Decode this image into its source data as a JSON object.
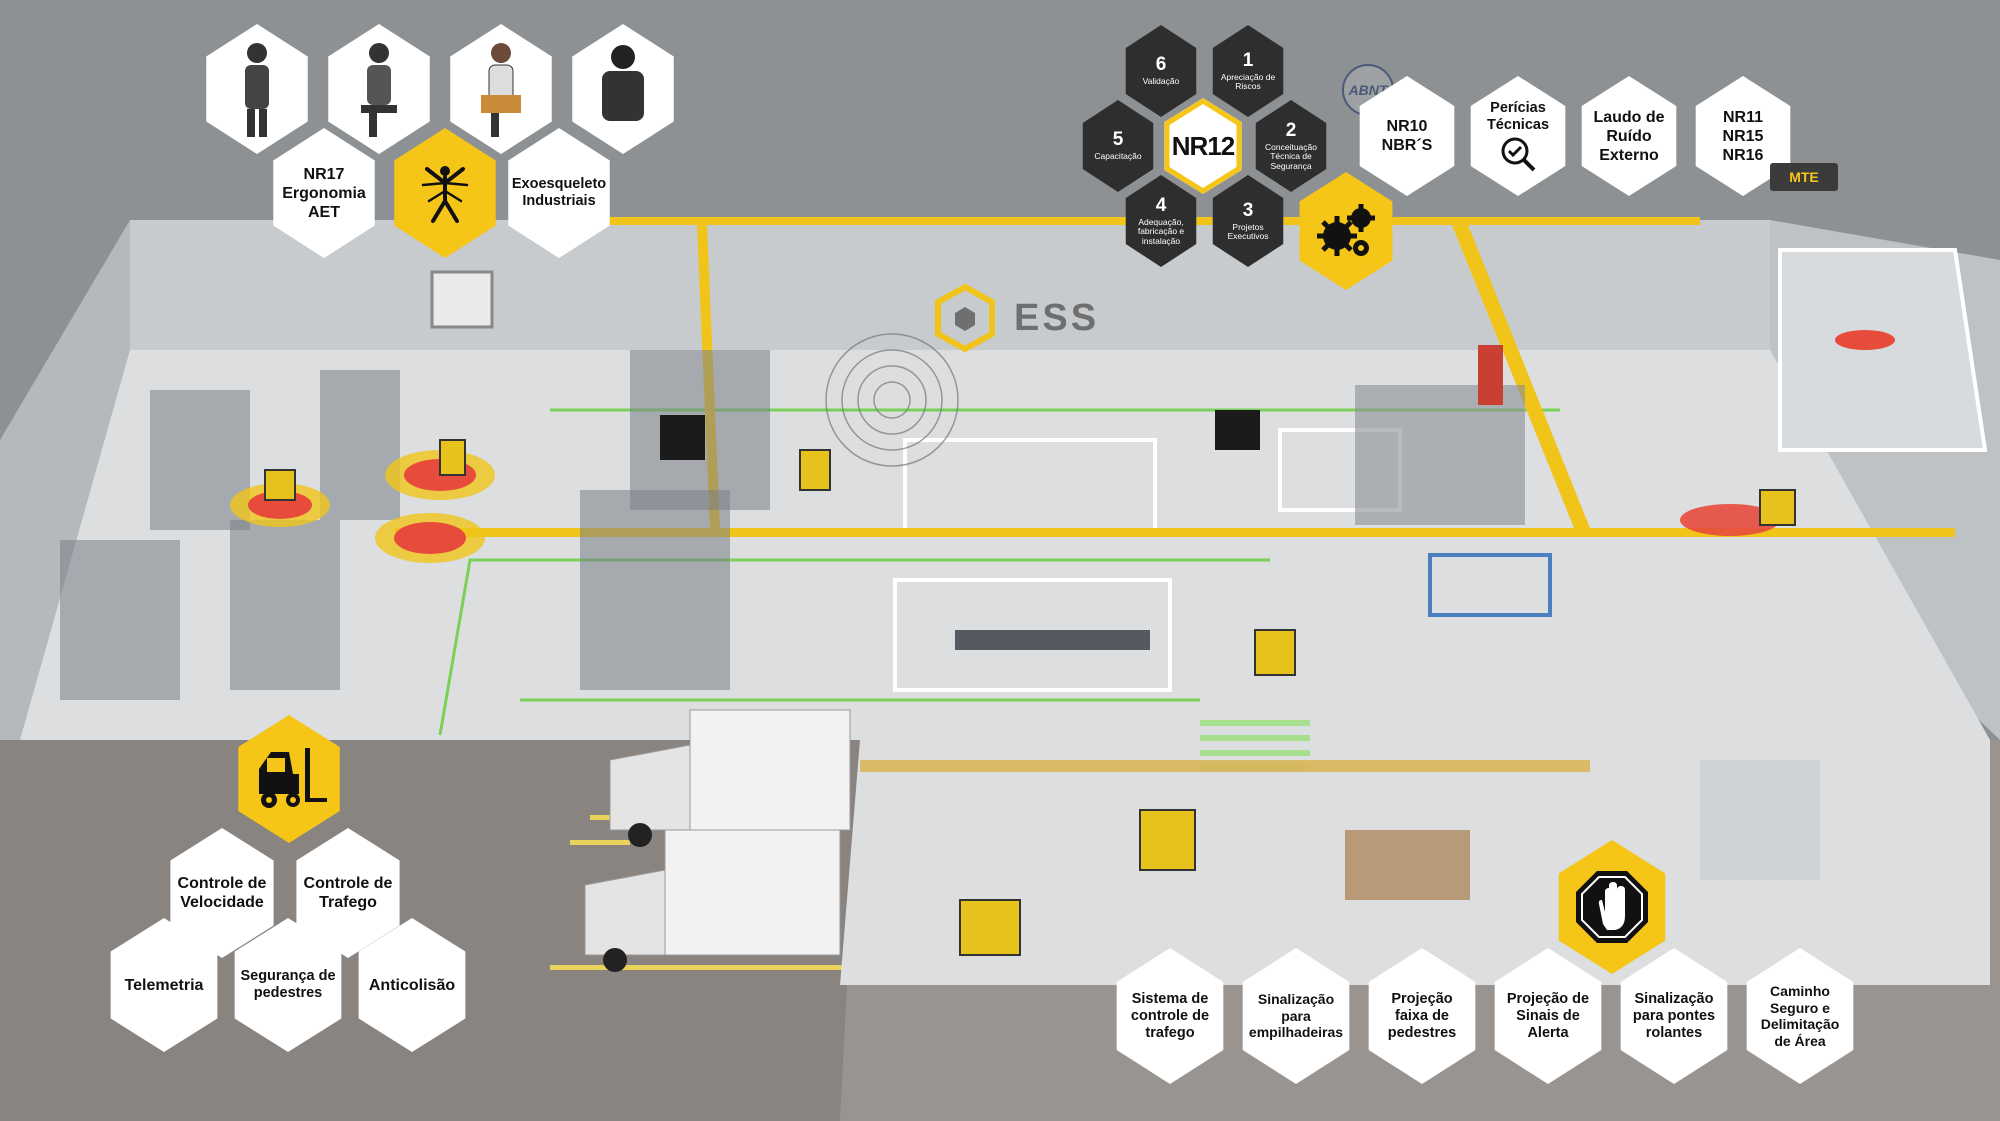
{
  "logo": {
    "name": "ESS"
  },
  "badges": {
    "abnt": "ABNT",
    "mte": "MTE"
  },
  "ergonomics": {
    "nr17": "NR17\nErgonomia\nAET",
    "exo": "Exoesqueleto\nIndustriais"
  },
  "nr12": {
    "center": "NR12",
    "steps": [
      {
        "num": "1",
        "caption": "Apreciação de Riscos"
      },
      {
        "num": "2",
        "caption": "Conceituação Técnica de Segurança"
      },
      {
        "num": "3",
        "caption": "Projetos Executivos"
      },
      {
        "num": "4",
        "caption": "Adequação, fabricação e instalação"
      },
      {
        "num": "5",
        "caption": "Capacitação"
      },
      {
        "num": "6",
        "caption": "Validação"
      }
    ]
  },
  "standards": [
    {
      "label": "NR10\nNBR´S"
    },
    {
      "label": "Perícias\nTécnicas"
    },
    {
      "label": "Laudo de\nRuído\nExterno"
    },
    {
      "label": "NR11\nNR15\nNR16"
    }
  ],
  "forklift": [
    {
      "label": "Controle de\nVelocidade"
    },
    {
      "label": "Controle de\nTrafego"
    },
    {
      "label": "Telemetria"
    },
    {
      "label": "Segurança de\npedestres"
    },
    {
      "label": "Anticolisão"
    }
  ],
  "traffic": [
    {
      "label": "Sistema de\ncontrole de\ntrafego"
    },
    {
      "label": "Sinalização\npara\nempilhadeiras"
    },
    {
      "label": "Projeção\nfaixa de\npedestres"
    },
    {
      "label": "Projeção de\nSinais de\nAlerta"
    },
    {
      "label": "Sinalização\npara pontes\nrolantes"
    },
    {
      "label": "Caminho\nSeguro e\nDelimitação\nde Área"
    }
  ],
  "colors": {
    "accent": "#f5c518",
    "dark": "#2e2e2e",
    "floor": "#dcdee0",
    "ground": "#8a8480"
  }
}
